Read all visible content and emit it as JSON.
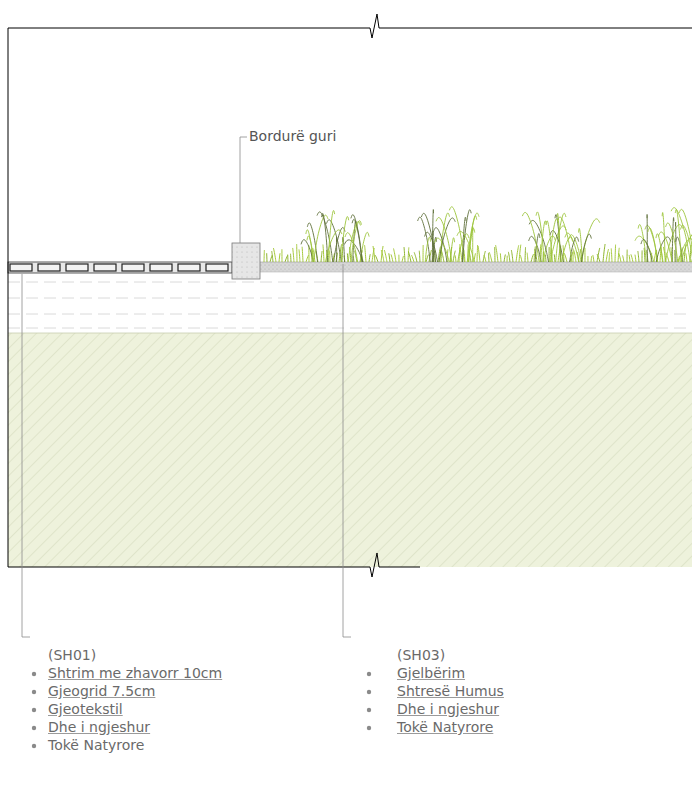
{
  "diagram": {
    "labels": [
      "Bordurë guri",
      "(SH01)",
      "Shtrim me zhavorr 10cm",
      "Gjeogrid 7.5cm",
      "Gjeotekstil",
      "Dhe i ngjeshur",
      "Tokë Natyrore",
      "(SH03)",
      "Gjelbërim",
      "Shtresë Humus",
      "Dhe i ngjeshur",
      "Tokë Natyrore"
    ]
  }
}
